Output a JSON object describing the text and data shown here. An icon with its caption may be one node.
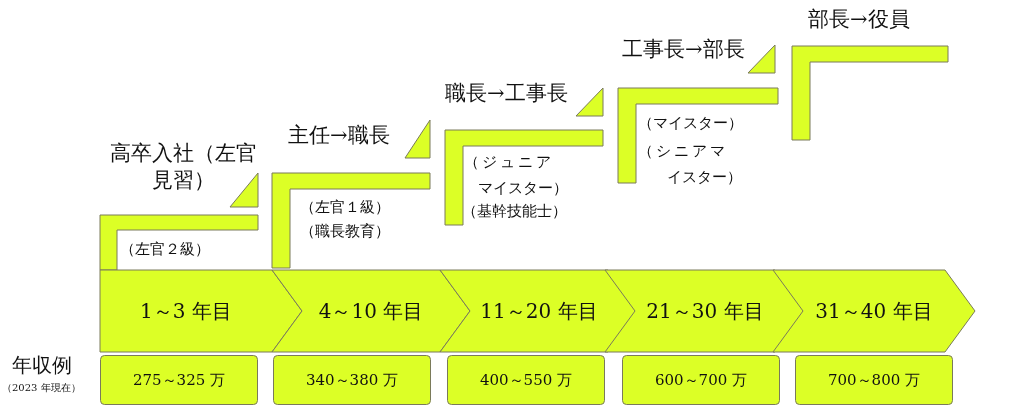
{
  "diagram": {
    "nodes": [
      {
        "text": [
          "1～3 年目"
        ]
      },
      {
        "text": [
          "4～10 年目"
        ]
      },
      {
        "text": [
          "11～20 年目"
        ]
      },
      {
        "text": [
          "21～30 年目"
        ]
      },
      {
        "text": [
          "31～40 年目"
        ]
      },
      {
        "text": [
          "275～325 万"
        ]
      },
      {
        "text": [
          "340～380 万"
        ]
      },
      {
        "text": [
          "400～550 万"
        ]
      },
      {
        "text": [
          "600～700 万"
        ]
      },
      {
        "text": [
          "700～800 万"
        ]
      }
    ],
    "labels": [
      "部長→役員",
      "工事長→部長",
      "職長→工事長",
      "（マイスター）",
      "主任→職長",
      "（シニアマイスター）",
      "（ジュニアマイスター）",
      "高卒入社（左官見習）",
      "（左官１級）",
      "（基幹技能士）",
      "（職長教育）",
      "（左官２級）",
      "年収例",
      "（2023 年現在）"
    ]
  }
}
